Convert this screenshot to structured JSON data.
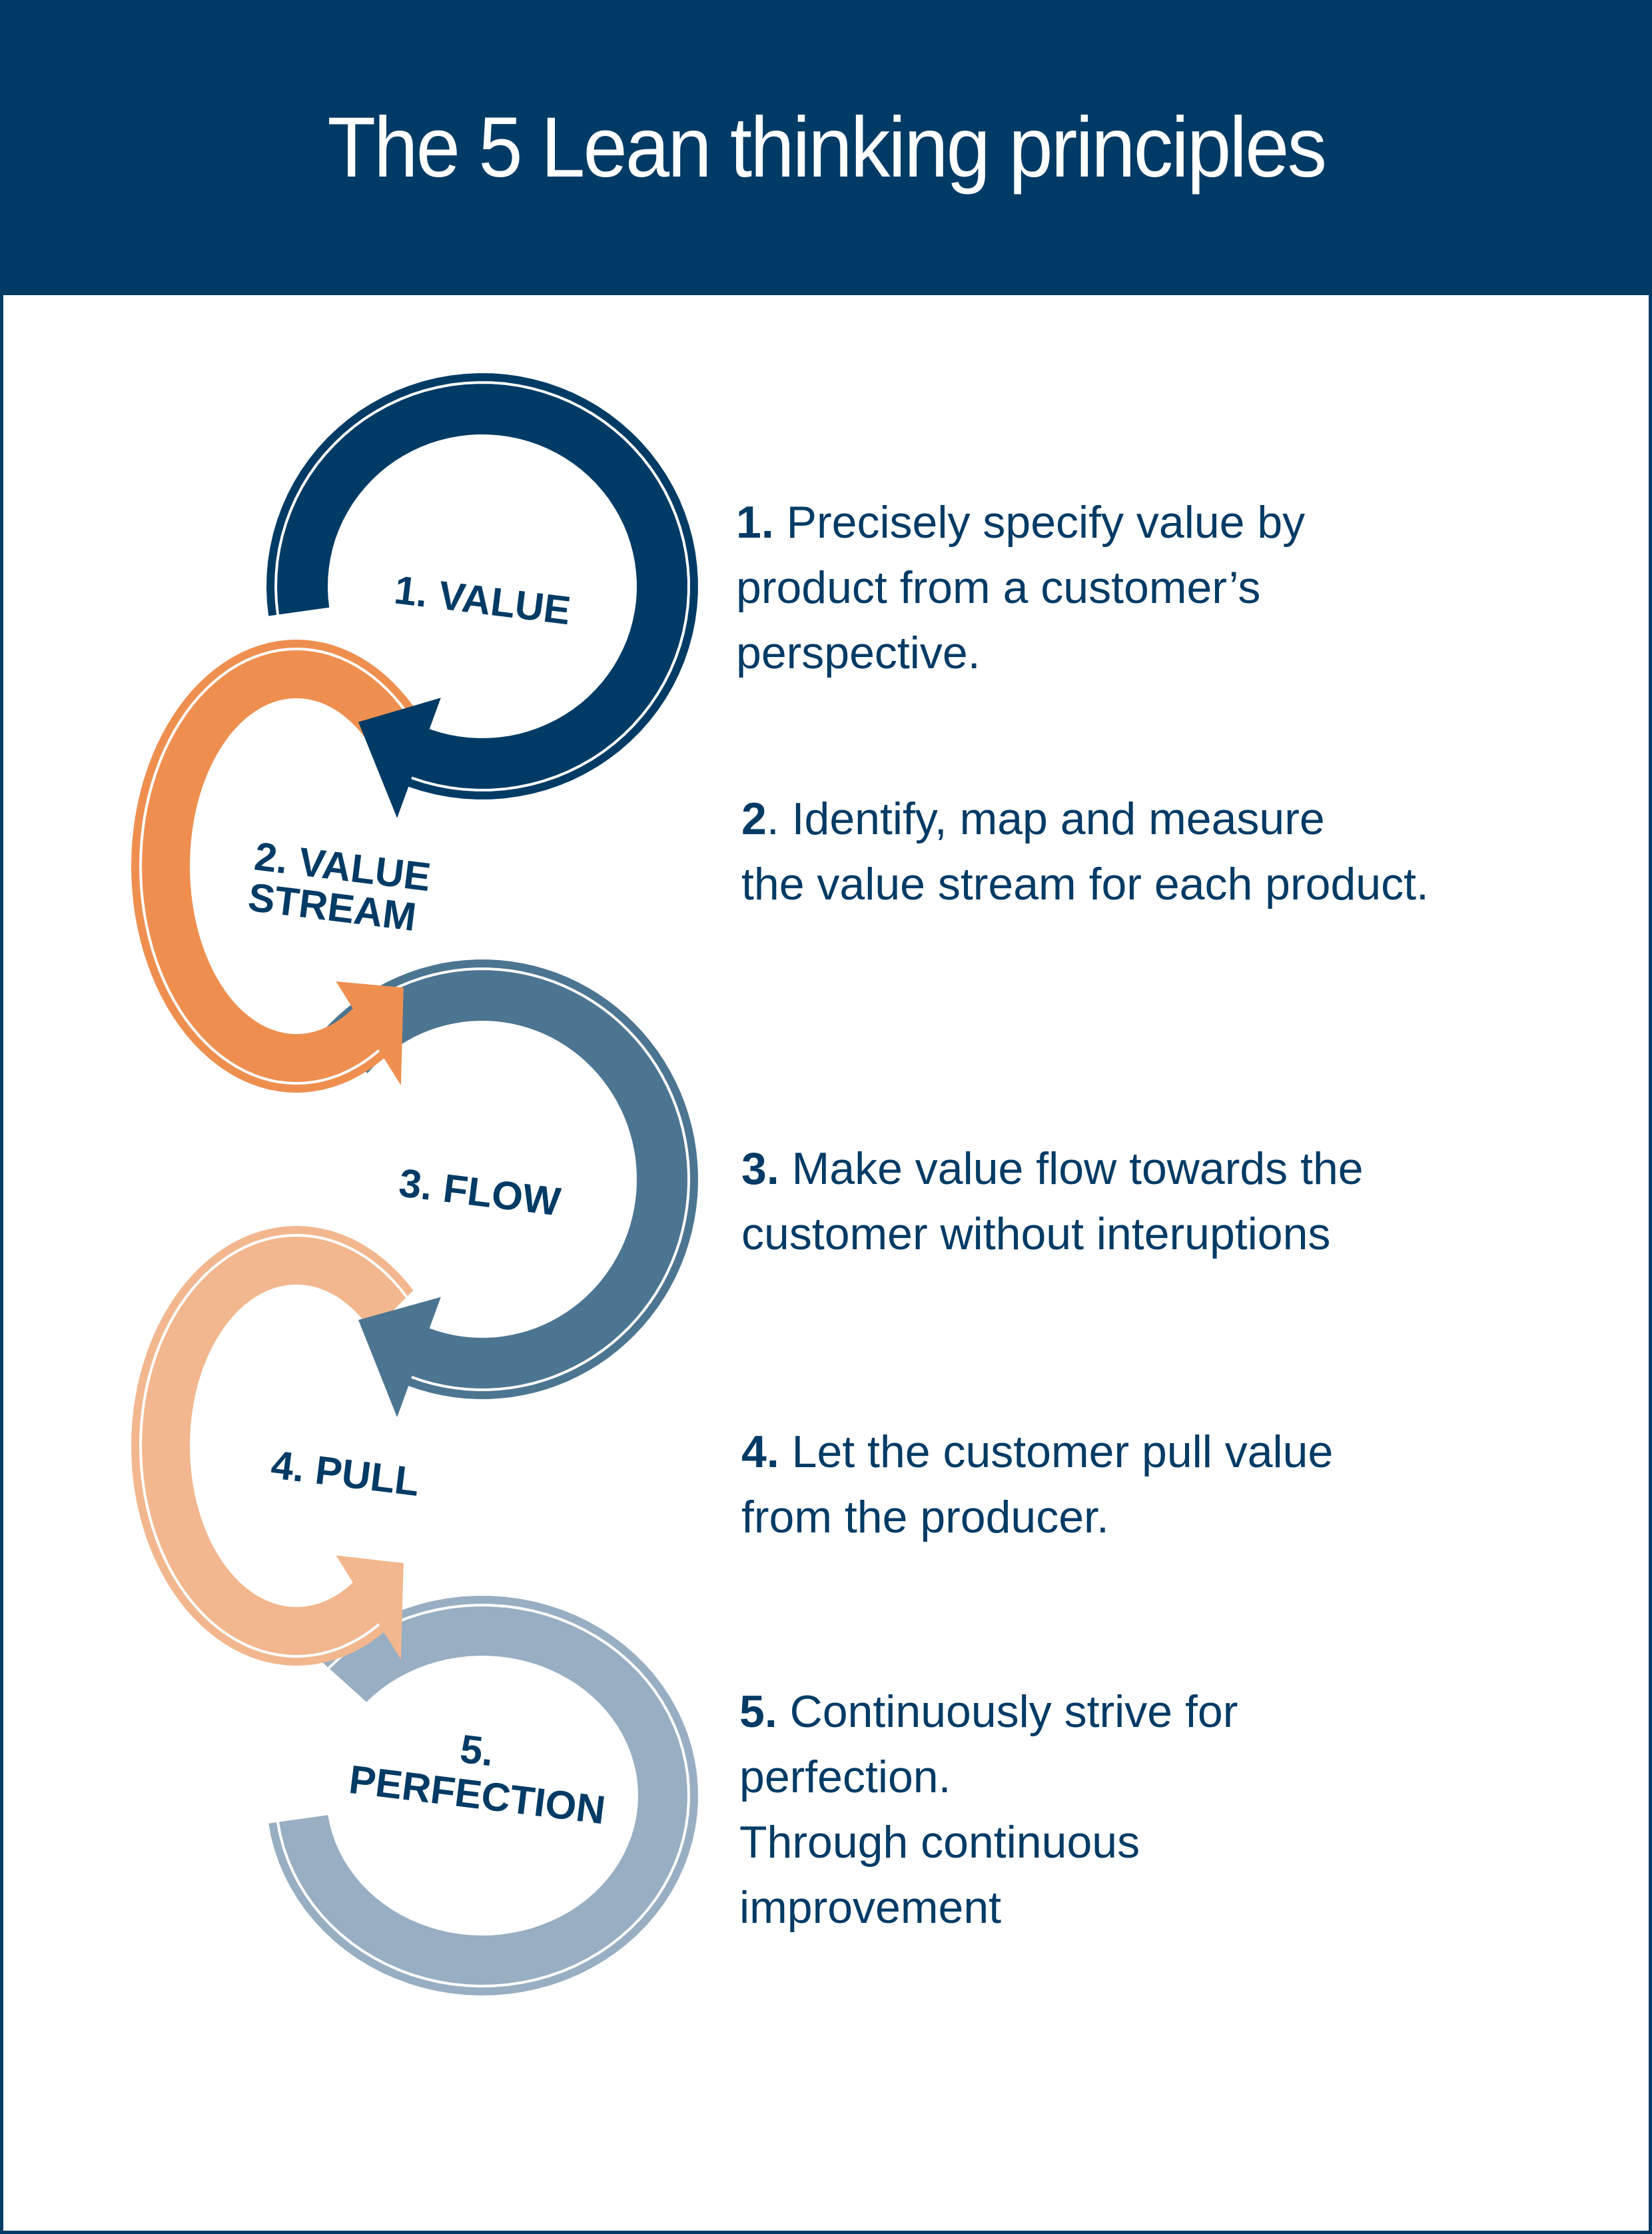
{
  "header": {
    "title": "The 5 Lean thinking principles"
  },
  "colors": {
    "header_bg": "#003B65",
    "text": "#003B65",
    "value": "#003B65",
    "value_stream": "#EE8F50",
    "flow": "#4C7591",
    "pull": "#F2B78E",
    "perfection": "#98AEC2"
  },
  "steps": [
    {
      "label_lines": [
        "1. VALUE"
      ],
      "color_key": "value",
      "description": {
        "number": "1.",
        "number_bold_dot": true,
        "lines": [
          "Precisely specify value by",
          "product from a customer’s",
          "perspective."
        ]
      }
    },
    {
      "label_lines": [
        "2. VALUE",
        "STREAM"
      ],
      "color_key": "value_stream",
      "description": {
        "number": "2",
        "number_bold_dot": false,
        "lines": [
          ". Identify, map and measure",
          "the value stream for each product."
        ]
      }
    },
    {
      "label_lines": [
        "3. FLOW"
      ],
      "color_key": "flow",
      "description": {
        "number": "3.",
        "number_bold_dot": true,
        "lines": [
          "Make value flow towards the",
          "customer without interuptions"
        ]
      }
    },
    {
      "label_lines": [
        "4. PULL"
      ],
      "color_key": "pull",
      "description": {
        "number": "4.",
        "number_bold_dot": true,
        "lines": [
          "Let the customer pull value",
          "from the producer."
        ]
      }
    },
    {
      "label_lines": [
        "5.",
        "PERFECTION"
      ],
      "color_key": "perfection",
      "description": {
        "number": "5.",
        "number_bold_dot": true,
        "lines": [
          "Continuously strive for",
          "perfection.",
          "Through continuous",
          "improvement"
        ]
      }
    }
  ]
}
